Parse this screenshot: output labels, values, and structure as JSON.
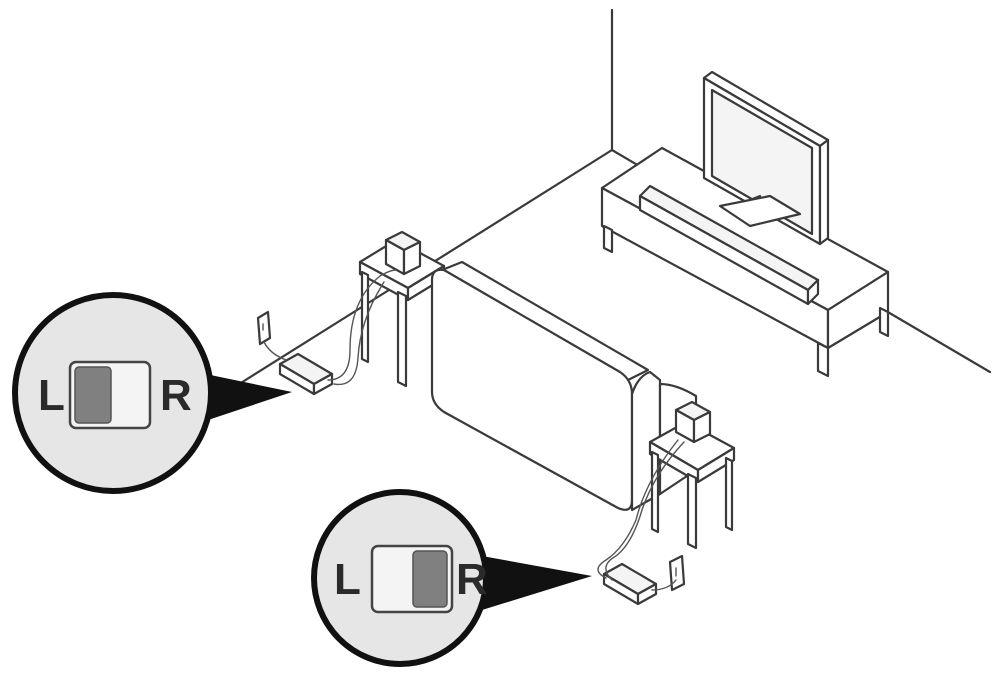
{
  "callout_left": {
    "left_label": "L",
    "right_label": "R",
    "switch_position": "left"
  },
  "callout_right": {
    "left_label": "L",
    "right_label": "R",
    "switch_position": "right"
  },
  "colors": {
    "line": "#3a3a3a",
    "callout_fill": "#e6e6e6",
    "switch_active": "#808080"
  }
}
